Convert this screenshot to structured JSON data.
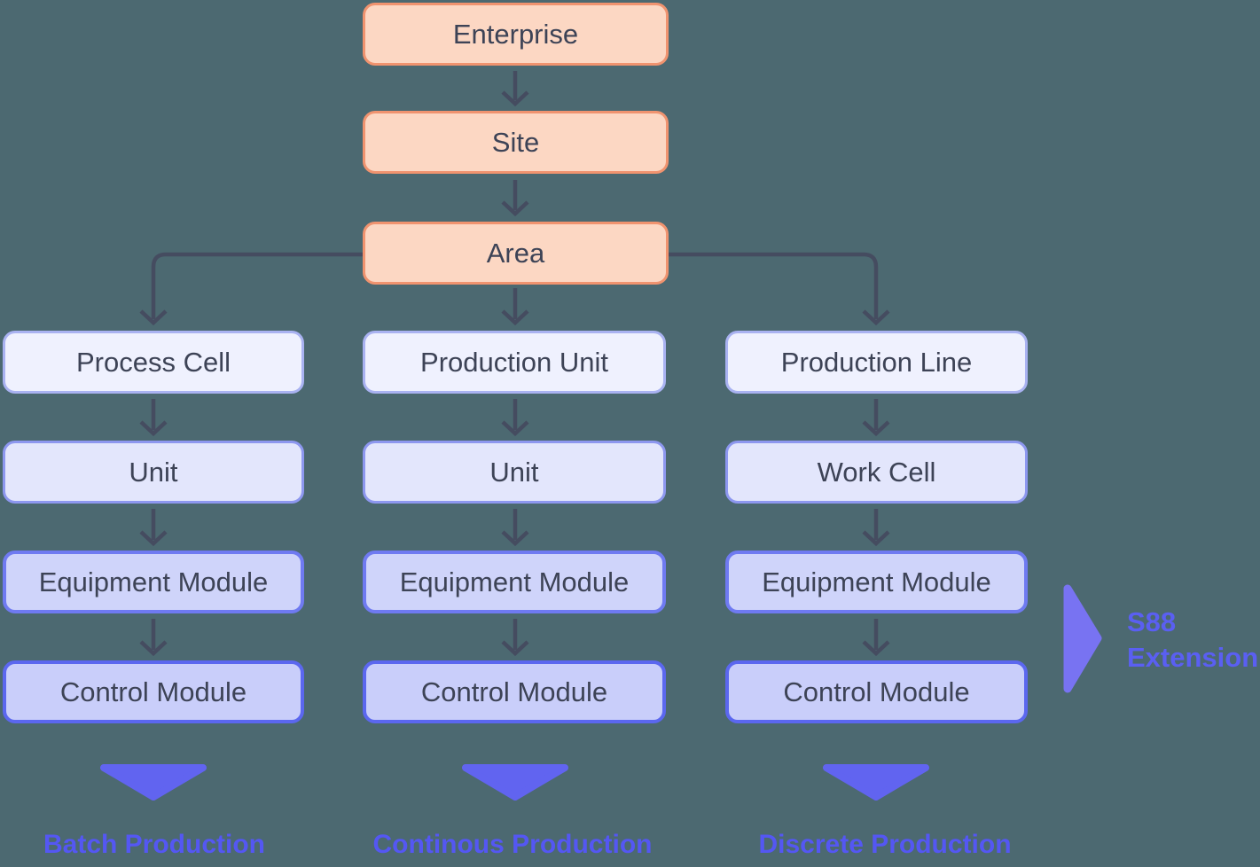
{
  "hierarchy": {
    "top": [
      {
        "id": "enterprise",
        "label": "Enterprise"
      },
      {
        "id": "site",
        "label": "Site"
      },
      {
        "id": "area",
        "label": "Area"
      }
    ],
    "columns": [
      {
        "id": "batch",
        "nodes": [
          "Process Cell",
          "Unit",
          "Equipment Module",
          "Control Module"
        ],
        "footer": "Batch Production"
      },
      {
        "id": "continuous",
        "nodes": [
          "Production Unit",
          "Unit",
          "Equipment Module",
          "Control Module"
        ],
        "footer": "Continous Production"
      },
      {
        "id": "discrete",
        "nodes": [
          "Production Line",
          "Work Cell",
          "Equipment Module",
          "Control Module"
        ],
        "footer": "Discrete Production"
      }
    ],
    "annotation": {
      "line1": "S88",
      "line2": "Extension"
    }
  },
  "colors": {
    "background": "#4c6971",
    "business_node_fill": "#fcd7c3",
    "business_node_border": "#f0936f",
    "node_text": "#3d4356",
    "level1_fill": "#eff1fe",
    "level1_border": "#a9b2f1",
    "level2_fill": "#e3e6fc",
    "level2_border": "#8d97ef",
    "level3_fill": "#cfd4fa",
    "level3_border": "#6f7af1",
    "level4_fill": "#c9cefa",
    "level4_border": "#5b67ef",
    "connector": "#454c60",
    "marker_triangle": "#6164f0",
    "extension_triangle": "#7873f2",
    "footer_text": "#5457f3",
    "annotation_text": "#5a5ff2"
  }
}
